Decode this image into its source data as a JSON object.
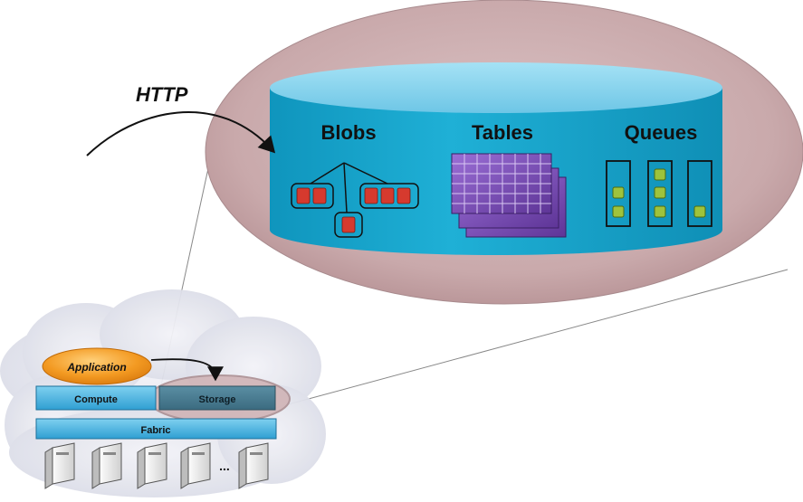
{
  "labels": {
    "http": "HTTP",
    "blobs": "Blobs",
    "tables": "Tables",
    "queues": "Queues",
    "application": "Application",
    "compute": "Compute",
    "storage": "Storage",
    "fabric": "Fabric",
    "ellipsis": "..."
  },
  "icons": {
    "blob": "blob-icon",
    "table_grid": "table-grid-icon",
    "queue_message": "queue-message-icon",
    "server": "server-icon",
    "cloud": "cloud-icon"
  },
  "colors": {
    "zoom_ellipse": "#cfb1b3",
    "cylinder_top": "#7ed0ec",
    "cylinder_body": "#15a3c9",
    "blob_red": "#d63a2e",
    "table_purple": "#7a4db6",
    "queue_green": "#9ec33c",
    "application_orange": "#f29b24",
    "layer_blue": "#3fa8d8"
  },
  "queues": {
    "lanes": [
      {
        "messages": 2
      },
      {
        "messages": 3
      },
      {
        "messages": 1
      }
    ]
  },
  "servers": {
    "count": 5
  }
}
